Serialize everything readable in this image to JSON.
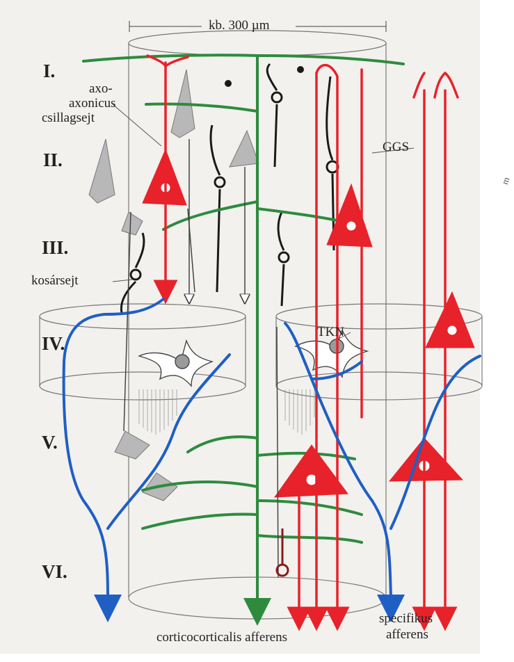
{
  "labels": {
    "scale": "kb. 300 µm",
    "layers": [
      "I.",
      "II.",
      "III.",
      "IV.",
      "V.",
      "VI."
    ],
    "axoaxonic": [
      "axo-",
      "axonicus",
      "csillagsejt"
    ],
    "basket": "kosársejt",
    "ggs": "GGS",
    "tkn": "TKN",
    "corticocortical": "corticocorticalis afferens",
    "specific": [
      "specifikus",
      "afferens"
    ],
    "side_fragment": "m"
  },
  "colors": {
    "green": "#2e8b3e",
    "red": "#e8222a",
    "blue": "#1f5fc4",
    "black": "#1a1a1a",
    "gray": "#a8a8a8",
    "page": "#f2f1ee"
  }
}
